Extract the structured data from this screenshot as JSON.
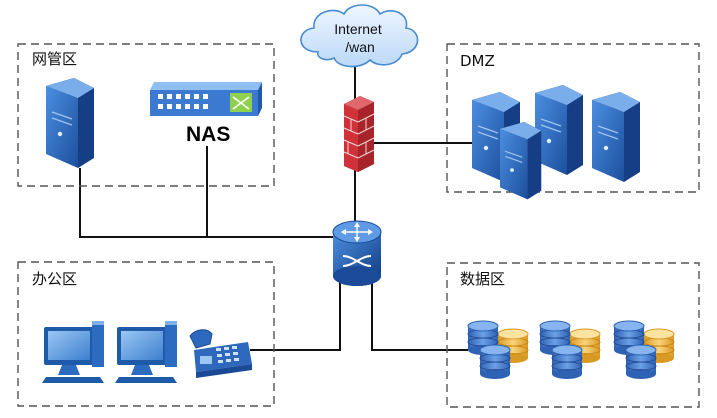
{
  "zones": {
    "management": "网管区",
    "dmz": "DMZ",
    "office": "办公区",
    "data": "数据区"
  },
  "cloud": {
    "line1": "Internet",
    "line2": "/wan"
  },
  "nas_label": "NAS",
  "colors": {
    "server_front": "#2b6fc4",
    "server_side": "#173f85",
    "server_top": "#5d95dd",
    "firewall": "#c4262e",
    "router": "#1f5fae",
    "cloud_fill": "#d5e8fb",
    "cloud_stroke": "#4a8ad0",
    "db_blue": "#3f76c7",
    "db_gold": "#f0b84a",
    "link": "#111111",
    "zone_border": "#555555"
  },
  "icons": [
    "server-icon",
    "switch-icon",
    "firewall-icon",
    "router-icon",
    "cloud-icon",
    "computer-icon",
    "phone-icon",
    "database-icon"
  ]
}
